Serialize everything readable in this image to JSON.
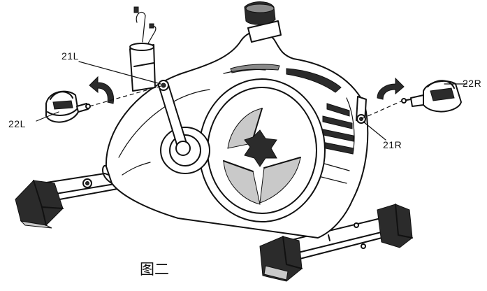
{
  "figure": {
    "caption": "图二"
  },
  "labels": {
    "left_crank": "21L",
    "right_crank": "21R",
    "left_pedal": "22L",
    "right_pedal": "22R"
  },
  "colors": {
    "ink": "#111111",
    "shade": "#8a8a8a",
    "paper": "#ffffff"
  }
}
